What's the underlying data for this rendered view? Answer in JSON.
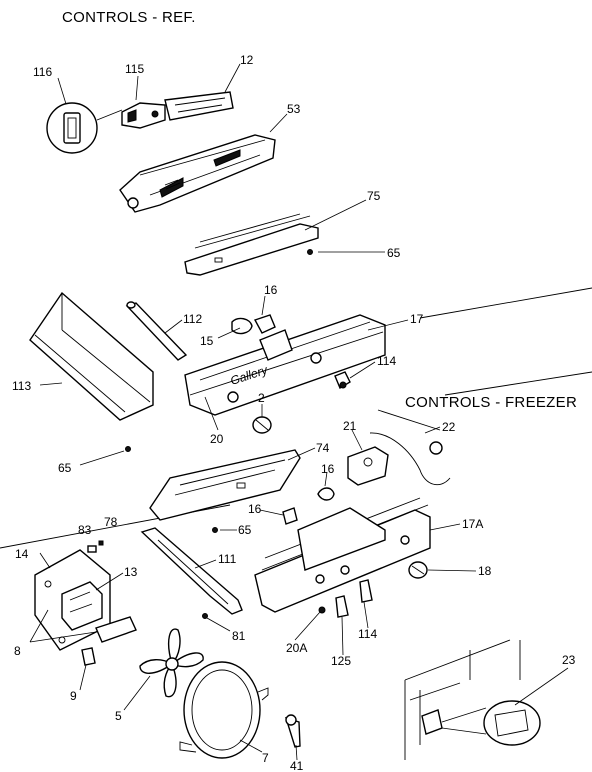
{
  "titles": {
    "ref": "CONTROLS - REF.",
    "freezer": "CONTROLS - FREEZER"
  },
  "badge_text": "Gallery",
  "labels": {
    "l116": "116",
    "l115": "115",
    "l12": "12",
    "l53": "53",
    "l75": "75",
    "l65a": "65",
    "l16a": "16",
    "l112": "112",
    "l17": "17",
    "l15": "15",
    "l113": "113",
    "l114a": "114",
    "l2": "2",
    "l20": "20",
    "l65b": "65",
    "l21": "21",
    "l22": "22",
    "l74": "74",
    "l16b": "16",
    "l16c": "16",
    "l65c": "65",
    "l17A": "17A",
    "l83": "83",
    "l78": "78",
    "l14": "14",
    "l13": "13",
    "l111": "111",
    "l18": "18",
    "l8": "8",
    "l81": "81",
    "l20A": "20A",
    "l114b": "114",
    "l125": "125",
    "l9": "9",
    "l5": "5",
    "l23": "23",
    "l7": "7",
    "l41": "41"
  },
  "colors": {
    "ink": "#000000",
    "paper": "#ffffff"
  }
}
